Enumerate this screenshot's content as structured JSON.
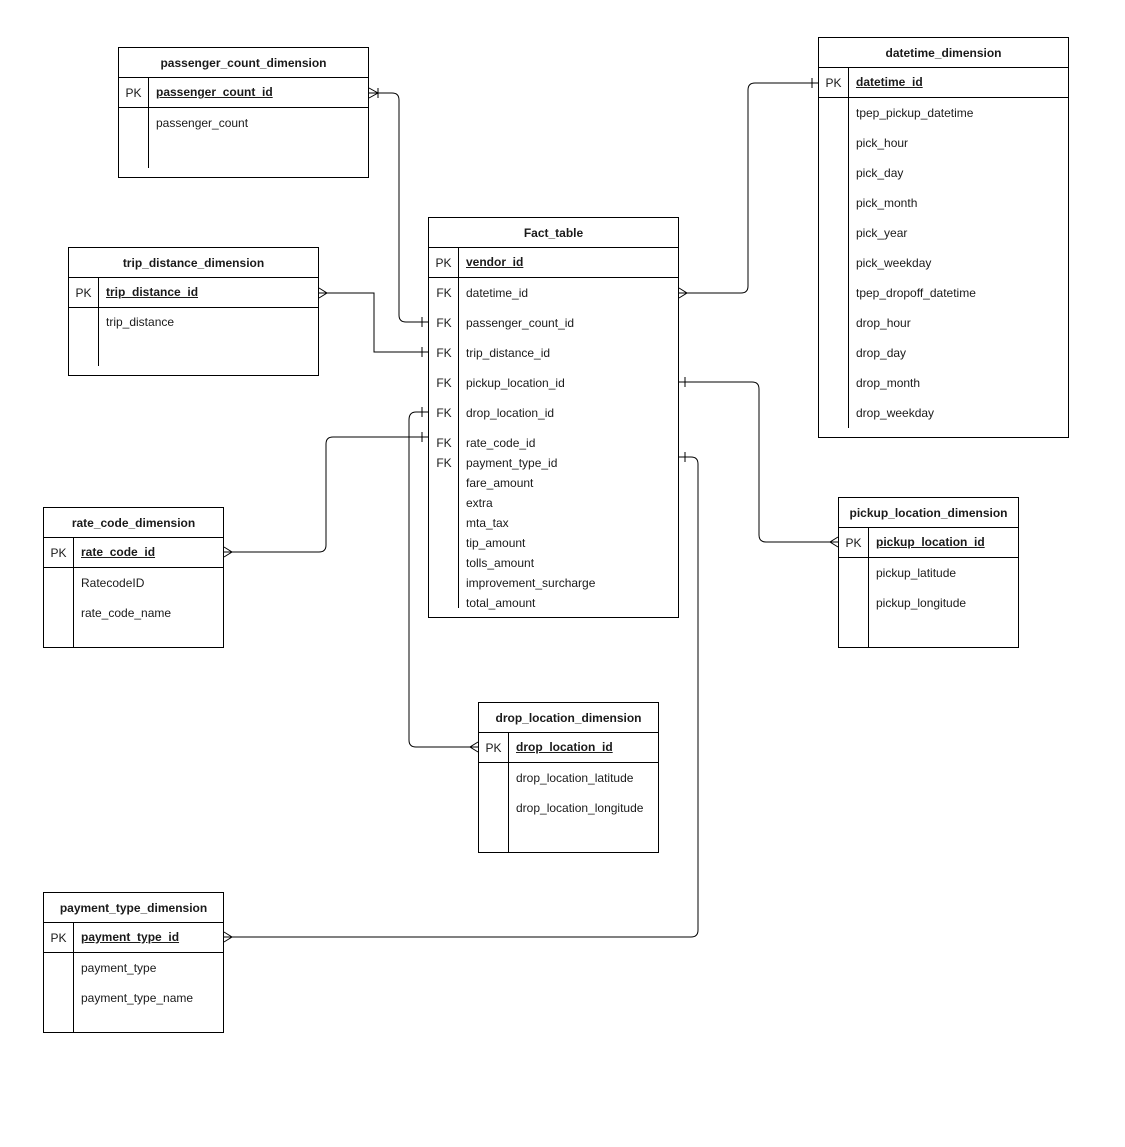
{
  "entities": {
    "passenger_count": {
      "name": "passenger_count_dimension",
      "pk_label": "PK",
      "pk": "passenger_count_id",
      "fields": [
        "passenger_count"
      ]
    },
    "trip_distance": {
      "name": "trip_distance_dimension",
      "pk_label": "PK",
      "pk": "trip_distance_id",
      "fields": [
        "trip_distance"
      ]
    },
    "rate_code": {
      "name": "rate_code_dimension",
      "pk_label": "PK",
      "pk": "rate_code_id",
      "fields": [
        "RatecodeID",
        "rate_code_name"
      ]
    },
    "payment_type": {
      "name": "payment_type_dimension",
      "pk_label": "PK",
      "pk": "payment_type_id",
      "fields": [
        "payment_type",
        "payment_type_name"
      ]
    },
    "drop_location": {
      "name": "drop_location_dimension",
      "pk_label": "PK",
      "pk": "drop_location_id",
      "fields": [
        "drop_location_latitude",
        "drop_location_longitude"
      ]
    },
    "pickup_location": {
      "name": "pickup_location_dimension",
      "pk_label": "PK",
      "pk": "pickup_location_id",
      "fields": [
        "pickup_latitude",
        "pickup_longitude"
      ]
    },
    "datetime": {
      "name": "datetime_dimension",
      "pk_label": "PK",
      "pk": "datetime_id",
      "fields": [
        "tpep_pickup_datetime",
        "pick_hour",
        "pick_day",
        "pick_month",
        "pick_year",
        "pick_weekday",
        "tpep_dropoff_datetime",
        "drop_hour",
        "drop_day",
        "drop_month",
        "drop_weekday"
      ]
    },
    "fact": {
      "name": "Fact_table",
      "pk_label": "PK",
      "pk": "vendor_id",
      "fk_rows": [
        {
          "key": "FK",
          "name": "datetime_id"
        },
        {
          "key": "FK",
          "name": "passenger_count_id"
        },
        {
          "key": "FK",
          "name": "trip_distance_id"
        },
        {
          "key": "FK",
          "name": "pickup_location_id"
        },
        {
          "key": "FK",
          "name": "drop_location_id"
        }
      ],
      "rows": [
        {
          "key": "FK",
          "name": "rate_code_id"
        },
        {
          "key": "FK",
          "name": "payment_type_id"
        },
        {
          "key": "",
          "name": "fare_amount"
        },
        {
          "key": "",
          "name": "extra"
        },
        {
          "key": "",
          "name": "mta_tax"
        },
        {
          "key": "",
          "name": "tip_amount"
        },
        {
          "key": "",
          "name": "tolls_amount"
        },
        {
          "key": "",
          "name": "improvement_surcharge"
        },
        {
          "key": "",
          "name": "total_amount"
        }
      ]
    }
  }
}
